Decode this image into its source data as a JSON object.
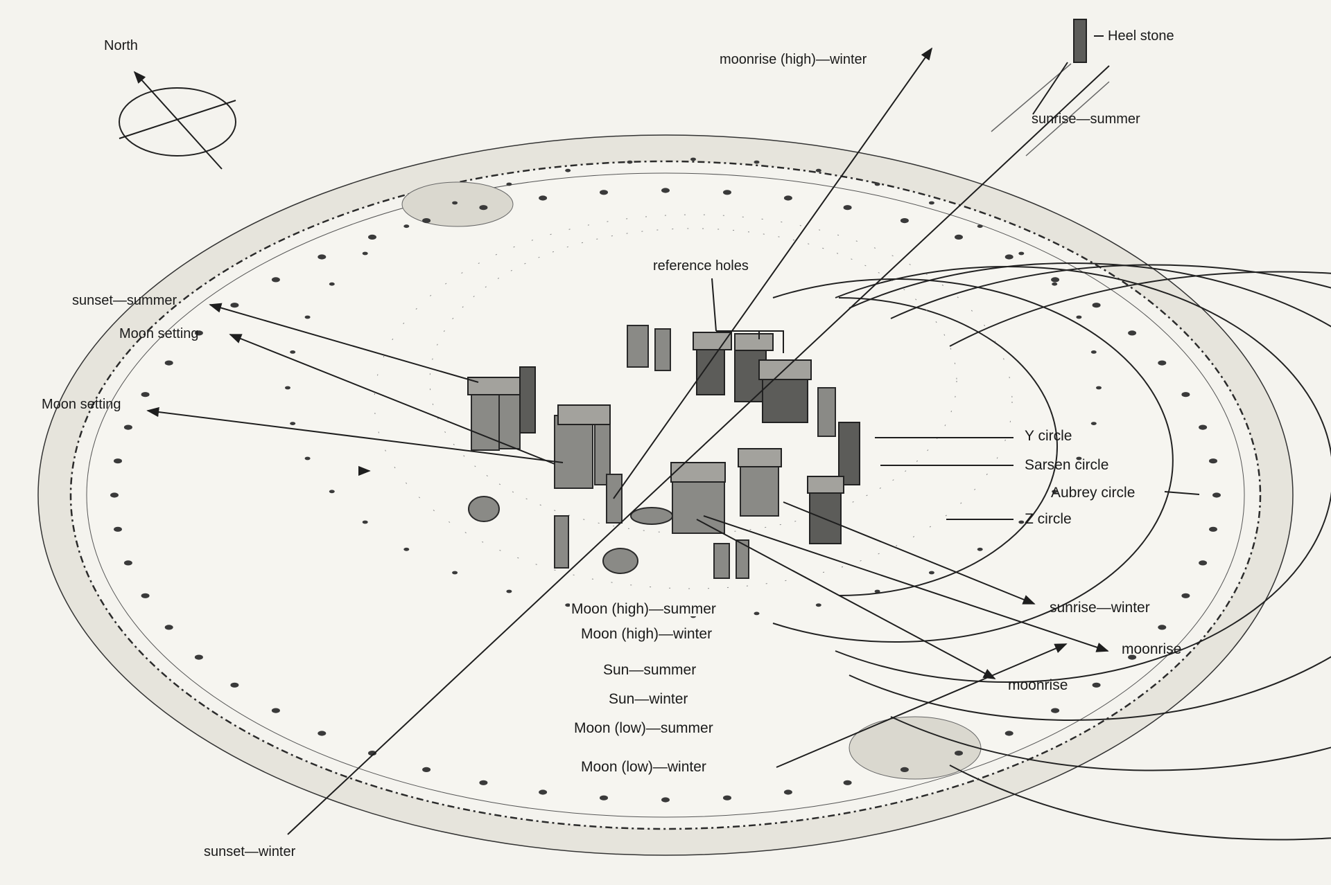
{
  "compass": {
    "label": "North"
  },
  "heel_stone": {
    "label": "Heel stone"
  },
  "features": {
    "reference_holes": "reference holes",
    "y_circle": "Y circle",
    "sarsen_circle": "Sarsen circle",
    "aubrey_circle": "Aubrey circle",
    "z_circle": "Z circle"
  },
  "alignments": {
    "moonrise_high_winter": "moonrise (high)—winter",
    "sunrise_summer": "sunrise—summer",
    "sunset_summer": "sunset—summer",
    "moon_setting_1": "Moon setting",
    "moon_setting_2": "Moon setting",
    "sunrise_winter": "sunrise—winter",
    "moonrise_right": "moonrise",
    "moonrise_center": "moonrise",
    "sunset_winter": "sunset—winter"
  },
  "arc_labels": [
    "Moon (high)—summer",
    "Moon (high)—winter",
    "Sun—summer",
    "Sun—winter",
    "Moon (low)—summer",
    "Moon (low)—winter"
  ],
  "colors": {
    "ink": "#1e1e1e",
    "paper": "#f4f3ee",
    "stone": "#8a8a86"
  }
}
